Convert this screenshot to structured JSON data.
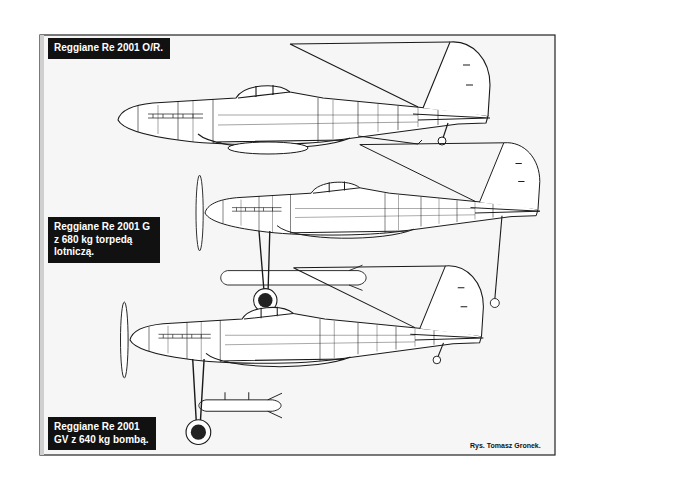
{
  "diagram": {
    "nodes": [
      {
        "text": [
          "Reggiane Re 2001 O/R."
        ]
      },
      {
        "text": [
          "Reggiane Re 2001 G z 680 kg torpedą lotniczą."
        ]
      },
      {
        "text": [
          "Reggiane Re 2001 GV z 640 kg bombą."
        ]
      }
    ],
    "labels": [
      "Rys. Tomasz Gronek."
    ]
  }
}
